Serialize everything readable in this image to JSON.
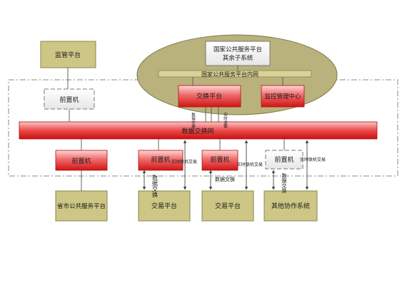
{
  "nodes": {
    "supervision_platform": "监管平台",
    "national_service_platform_line1": "国家公共服务平台",
    "national_service_platform_line2": "其余子系统",
    "national_intranet": "国家公共服务平台内网",
    "exchange_platform": "交换平台",
    "monitor_center": "监控管理中心",
    "front_machine_top": "前置机",
    "data_exchange_network": "数据交换网",
    "front_machine_1": "前置机",
    "front_machine_2": "前置机",
    "front_machine_3": "前置机",
    "front_machine_4": "前置机",
    "provincial_platform": "省市公共服务平台",
    "trading_platform_1": "交易平台",
    "trading_platform_2": "交易平台",
    "other_collab_system": "其他协作系统"
  },
  "edge_labels": {
    "data_exchange_vertical_top_1": "数据交换",
    "data_exchange_vertical_top_2": "实时监察",
    "data_exchange_vertical_mid": "数据交换",
    "realtime_left": "实时联机交易",
    "data_exchange_center": "数据交换",
    "realtime_mid": "实时联机交易",
    "data_exchange_right": "数据交换",
    "realtime_right": "实时联机交易"
  },
  "colors": {
    "olive_box": "#cdc685",
    "olive_stroke": "#8a8450",
    "ellipse_fill": "#b9b27c",
    "red_box_top": "#f7c2c2",
    "red_box_bottom": "#d81b1b",
    "intranet_bar": "#d9d296"
  }
}
